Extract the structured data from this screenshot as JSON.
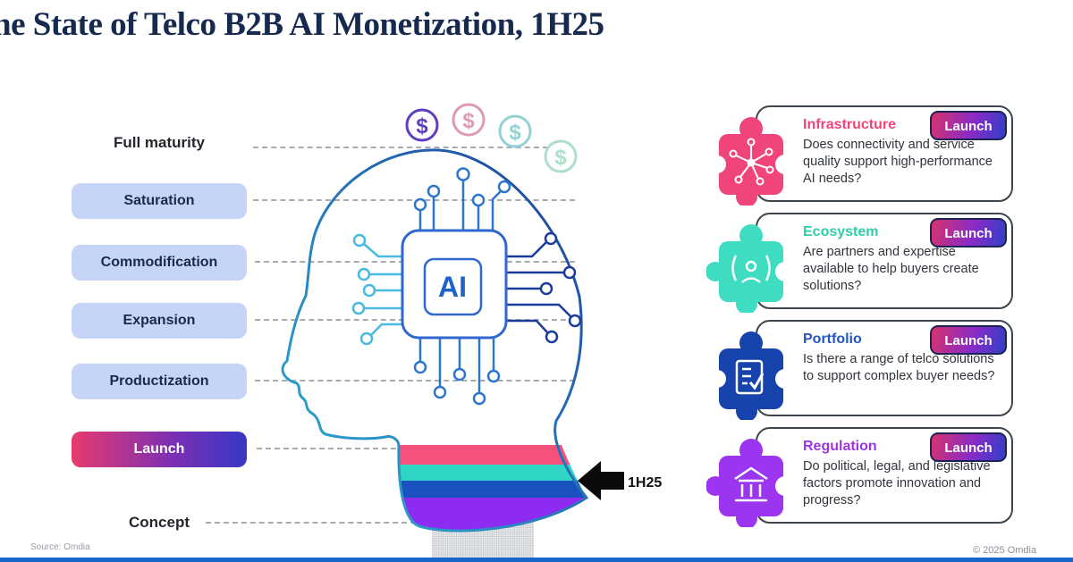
{
  "title": "ne State of Telco B2B AI Monetization, 1H25",
  "ladder": {
    "stages": [
      {
        "label": "Full maturity",
        "type": "text"
      },
      {
        "label": "Saturation",
        "type": "pill"
      },
      {
        "label": "Commodification",
        "type": "pill"
      },
      {
        "label": "Expansion",
        "type": "pill"
      },
      {
        "label": "Productization",
        "type": "pill"
      },
      {
        "label": "Launch",
        "type": "gradient-pill"
      },
      {
        "label": "Concept",
        "type": "text"
      }
    ]
  },
  "illustration": {
    "chip_label": "AI",
    "coins": [
      {
        "icon": "dollar-coin-icon",
        "color": "#5F3DBE"
      },
      {
        "icon": "dollar-coin-icon",
        "color": "#DE9AB2"
      },
      {
        "icon": "dollar-coin-icon",
        "color": "#93D2D4"
      },
      {
        "icon": "dollar-coin-icon",
        "color": "#ACDFC8"
      }
    ],
    "marker": {
      "label": "1H25",
      "icon": "left-arrow-icon"
    },
    "neck_stripe_colors": [
      "#F4517B",
      "#2FD6C6",
      "#1A53C0",
      "#8D2BF0"
    ]
  },
  "cards": [
    {
      "title": "Infrastructure",
      "accent": "#F0457A",
      "badge": "Launch",
      "icon": "network-hub-icon",
      "question": "Does connectivity and service quality support high-performance AI needs?"
    },
    {
      "title": "Ecosystem",
      "accent": "#2FCDAA",
      "badge": "Launch",
      "icon": "partner-person-icon",
      "question": "Are partners and expertise available to help buyers create solutions?"
    },
    {
      "title": "Portfolio",
      "accent": "#2455C4",
      "badge": "Launch",
      "icon": "checklist-icon",
      "question": "Is there a range of telco solutions to support complex buyer needs?"
    },
    {
      "title": "Regulation",
      "accent": "#9C35E6",
      "badge": "Launch",
      "icon": "government-building-icon",
      "question": "Do political, legal, and legislative factors promote innovation and progress?"
    }
  ],
  "footer": {
    "source": "Source: Omdia",
    "copyright": "© 2025 Omdia"
  },
  "colors": {
    "title": "#16294E",
    "pill_bg": "#C6D4F8",
    "pill_text": "#1B2A4A",
    "launch_gradient": [
      "#E83A6F",
      "#7B2FB4",
      "#3837C6"
    ],
    "badge_border": "#1C2353",
    "card_border": "#3F454D",
    "dashed_line": "#A6ABB1",
    "bottom_bar": "#1A67CC"
  }
}
